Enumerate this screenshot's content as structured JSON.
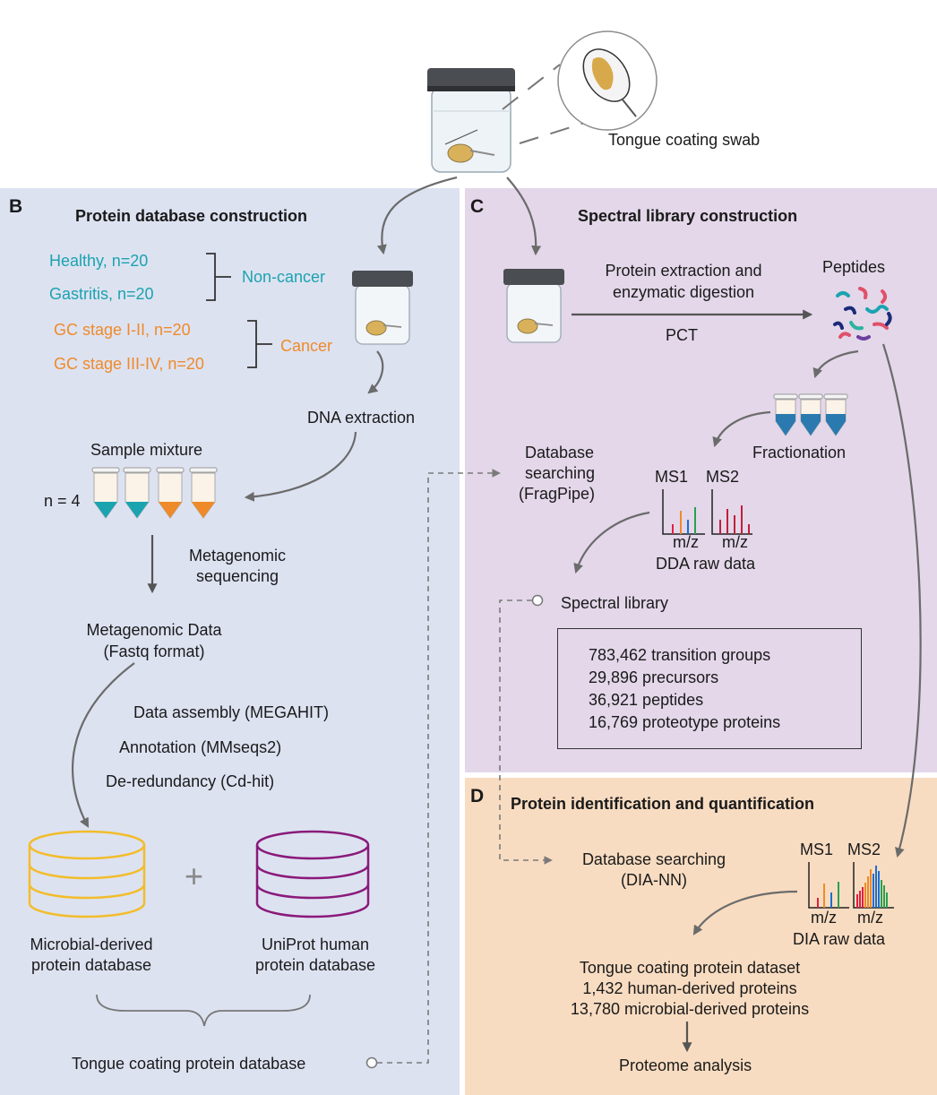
{
  "top": {
    "swab_label": "Tongue coating swab"
  },
  "panel_b": {
    "letter": "B",
    "title": "Protein database construction",
    "groups": [
      {
        "label": "Healthy, n=20",
        "color": "#1ba3b0"
      },
      {
        "label": "Gastritis, n=20",
        "color": "#1ba3b0"
      },
      {
        "label": "GC stage I-II, n=20",
        "color": "#ef8a2a"
      },
      {
        "label": "GC stage III-IV, n=20",
        "color": "#ef8a2a"
      }
    ],
    "noncancer_label": "Non-cancer",
    "cancer_label": "Cancer",
    "dna_extraction": "DNA extraction",
    "sample_mixture": "Sample mixture",
    "n_label": "n = 4",
    "metagenomic_sequencing": [
      "Metagenomic",
      "sequencing"
    ],
    "metagenomic_data": [
      "Metagenomic Data",
      "(Fastq format)"
    ],
    "steps": [
      "Data assembly (MEGAHIT)",
      "Annotation (MMseqs2)",
      "De-redundancy (Cd-hit)"
    ],
    "plus": "+",
    "microbial_db": [
      "Microbial-derived",
      "protein database"
    ],
    "uniprot_db": [
      "UniProt human",
      "protein database"
    ],
    "final_db": "Tongue coating protein database"
  },
  "panel_c": {
    "letter": "C",
    "title": "Spectral library construction",
    "extraction": [
      "Protein extraction and",
      "enzymatic digestion"
    ],
    "pct": "PCT",
    "peptides": "Peptides",
    "fractionation": "Fractionation",
    "database_searching": [
      "Database",
      "searching",
      "(FragPipe)"
    ],
    "ms1": "MS1",
    "ms2": "MS2",
    "mz": "m/z",
    "dda_raw": "DDA raw data",
    "spectral_library": "Spectral library",
    "stats": [
      "783,462 transition groups",
      "29,896 precursors",
      "36,921 peptides",
      "16,769 proteotype proteins"
    ]
  },
  "panel_d": {
    "letter": "D",
    "title": "Protein identification and quantification",
    "database_searching": [
      "Database searching",
      "(DIA-NN)"
    ],
    "ms1": "MS1",
    "ms2": "MS2",
    "mz": "m/z",
    "dia_raw": "DIA raw data",
    "dataset": [
      "Tongue coating protein dataset",
      "1,432 human-derived proteins",
      "13,780 microbial-derived proteins"
    ],
    "proteome_analysis": "Proteome analysis"
  },
  "colors": {
    "panel_b_bg": "#dde2f1",
    "panel_c_bg": "#e3d7e9",
    "panel_d_bg": "#f8dcc1",
    "teal": "#1ba3b0",
    "orange": "#ef8a2a",
    "microbial_db": "#f2bd2c",
    "uniprot_db": "#8a1a7a"
  }
}
